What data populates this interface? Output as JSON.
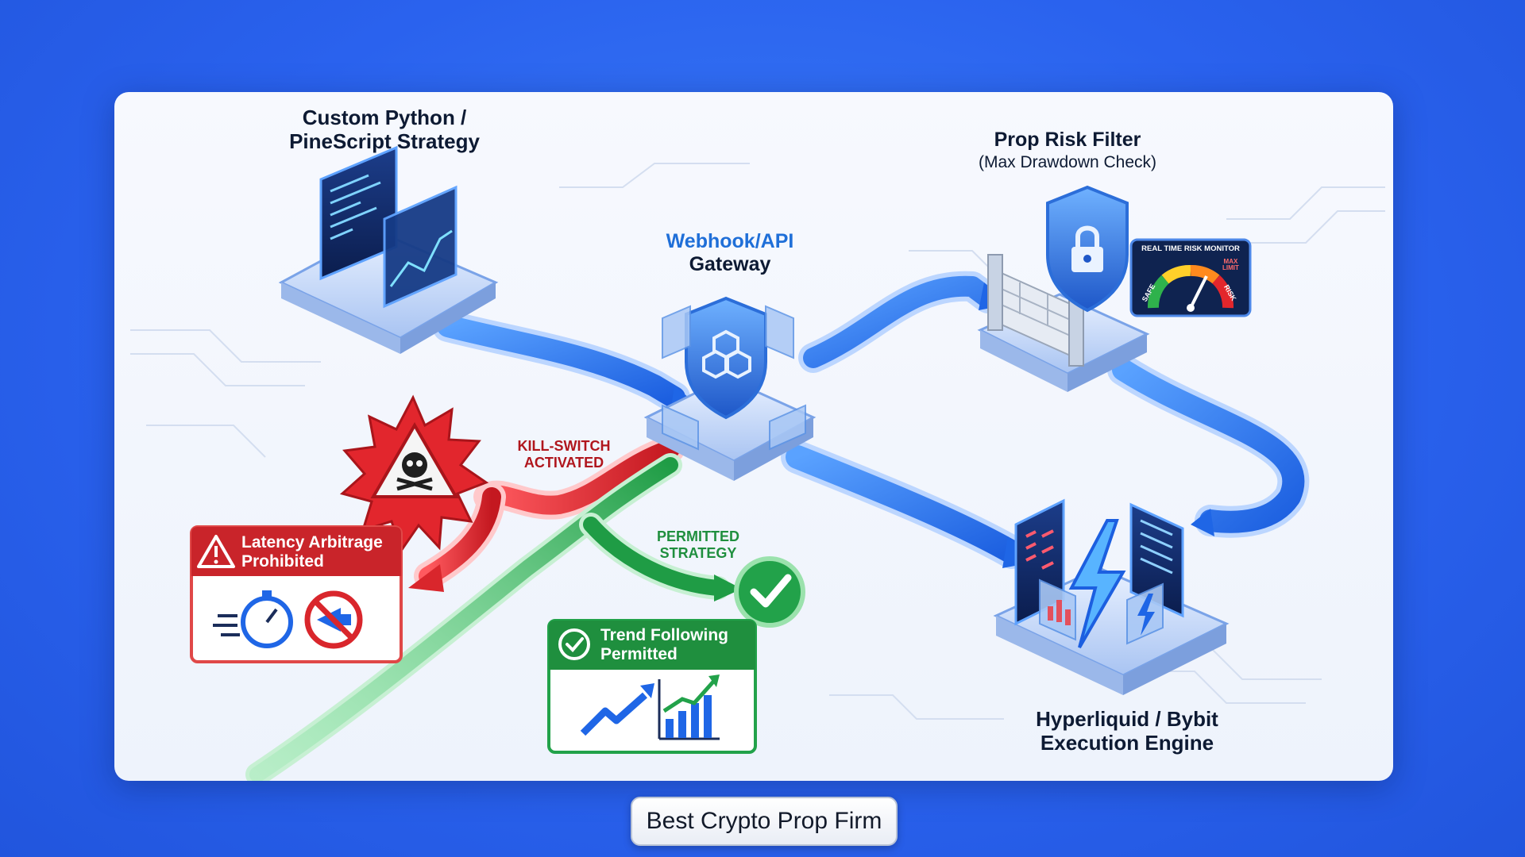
{
  "strategy": {
    "line1": "Custom Python /",
    "line2": "PineScript Strategy"
  },
  "gateway": {
    "line1": "Webhook/API",
    "line2": "Gateway"
  },
  "risk_filter": {
    "title": "Prop Risk Filter",
    "subtitle": "(Max Drawdown Check)"
  },
  "risk_monitor": {
    "title": "REAL TIME RISK MONITOR",
    "safe": "SAFE",
    "risk": "RISK",
    "max_limit_line1": "MAX",
    "max_limit_line2": "LIMIT"
  },
  "execution": {
    "line1": "Hyperliquid / Bybit",
    "line2": "Execution Engine"
  },
  "kill_switch": {
    "line1": "KILL-SWITCH",
    "line2": "ACTIVATED"
  },
  "latency_box": {
    "line1": "Latency Arbitrage",
    "line2": "Prohibited"
  },
  "permitted_strategy": {
    "line1": "PERMITTED",
    "line2": "STRATEGY"
  },
  "trend_box": {
    "line1": "Trend Following",
    "line2": "Permitted"
  },
  "caption": "Best Crypto Prop Firm",
  "colors": {
    "background": "#2a62ee",
    "flow_blue": "#2f7bf2",
    "danger_red": "#d9262c",
    "permit_green": "#22a24a",
    "navy_text": "#0d1a33",
    "gateway_text": "#1f6fd8"
  },
  "icons": [
    "code-monitor-icon",
    "shield-hexagon-icon",
    "lock-shield-icon",
    "brick-wall-icon",
    "gauge-icon",
    "lightning-icon",
    "skull-icon",
    "warning-icon",
    "stopwatch-icon",
    "no-arrow-icon",
    "checkmark-icon",
    "trend-arrow-icon",
    "bar-chart-icon"
  ]
}
